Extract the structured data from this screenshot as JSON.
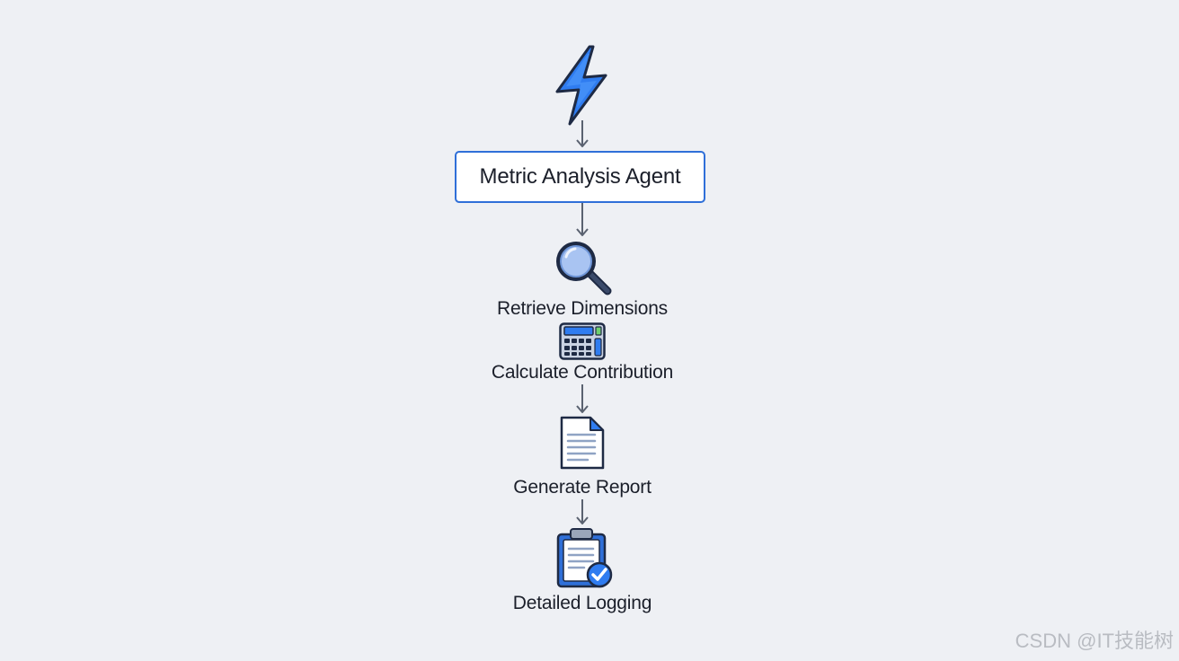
{
  "diagram": {
    "agent_label": "Metric Analysis Agent",
    "steps": [
      {
        "label": "Retrieve Dimensions",
        "icon": "magnifying-glass-icon"
      },
      {
        "label": "Calculate Contribution",
        "icon": "calculator-icon"
      },
      {
        "label": "Generate Report",
        "icon": "document-icon"
      },
      {
        "label": "Detailed Logging",
        "icon": "clipboard-check-icon"
      }
    ],
    "trigger_icon": "lightning-bolt-icon",
    "colors": {
      "accent": "#2f6fd8",
      "bolt": "#2f7cf0",
      "arrow": "#5a6270",
      "outline": "#1e2a44",
      "background": "#eef0f4"
    }
  },
  "watermark": "CSDN @IT技能树"
}
